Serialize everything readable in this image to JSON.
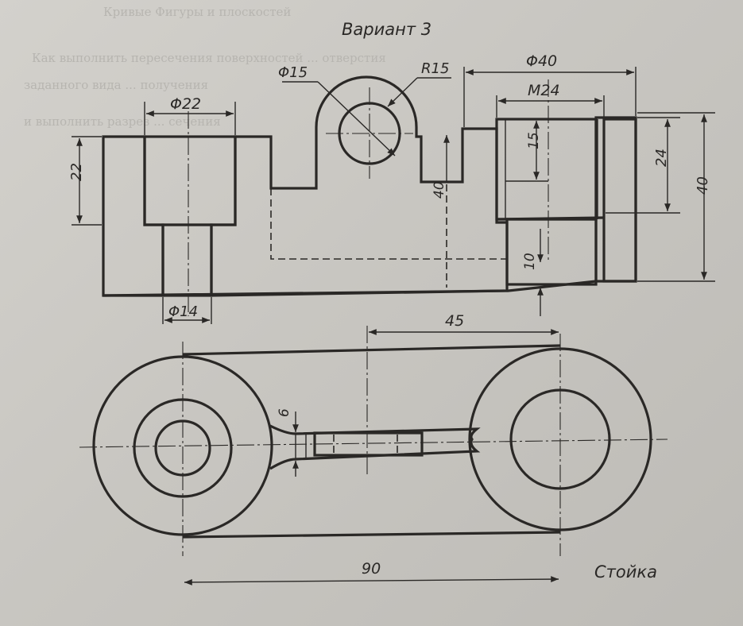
{
  "drawing": {
    "variant_title": "Вариант 3",
    "part_name": "Стойка",
    "section_view": {
      "dims": {
        "bore_large_dia": "Φ22",
        "bore_small_dia": "Φ14",
        "bore_depth": "22",
        "lug_hole_dia": "Φ15",
        "lug_radius": "R15",
        "slot_height": "40",
        "boss_dia": "Φ40",
        "thread": "M24",
        "thread_depth": "15",
        "boss_inner_height": "24",
        "boss_height": "40",
        "bottom_wall": "10"
      }
    },
    "plan_view": {
      "dims": {
        "center_offset": "45",
        "rib_width": "6",
        "center_distance": "90"
      }
    },
    "background_text": [
      "Кривые Фигуры и плоскостей",
      "Как выполнить пересечения поверхностей ... отверстия",
      "заданного вида ... получения",
      "и выполнить разрез ... сечения"
    ]
  }
}
